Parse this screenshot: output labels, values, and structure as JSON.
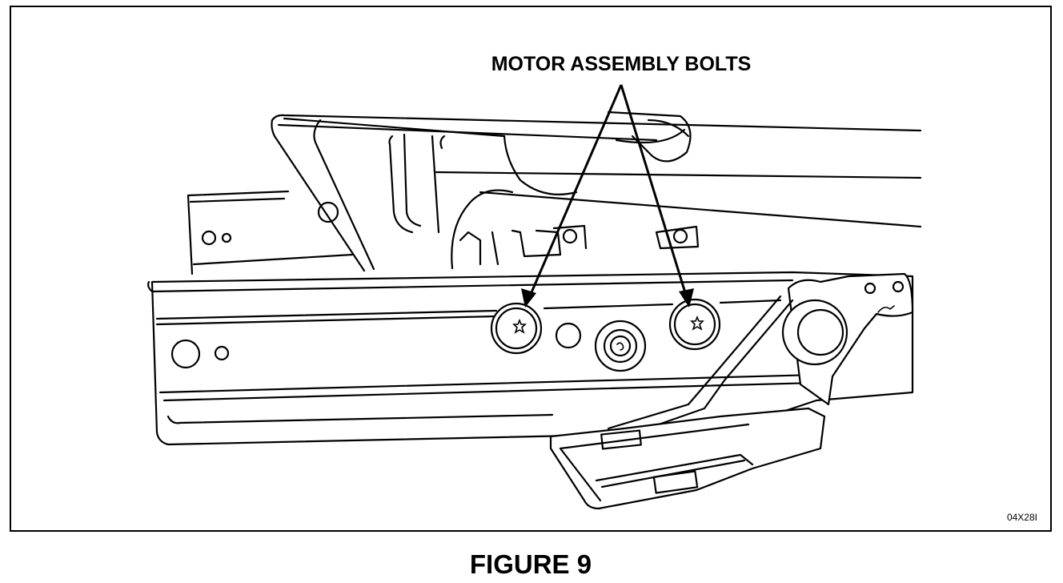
{
  "figure": {
    "callout_label": "MOTOR ASSEMBLY BOLTS",
    "reference_code": "04X28I",
    "caption": "FIGURE 9"
  },
  "icons": {
    "left_bolt": "torx-bolt-icon",
    "right_bolt": "torx-bolt-icon",
    "center_bushing": "bushing-icon"
  },
  "colors": {
    "line": "#000000",
    "background": "#ffffff"
  }
}
